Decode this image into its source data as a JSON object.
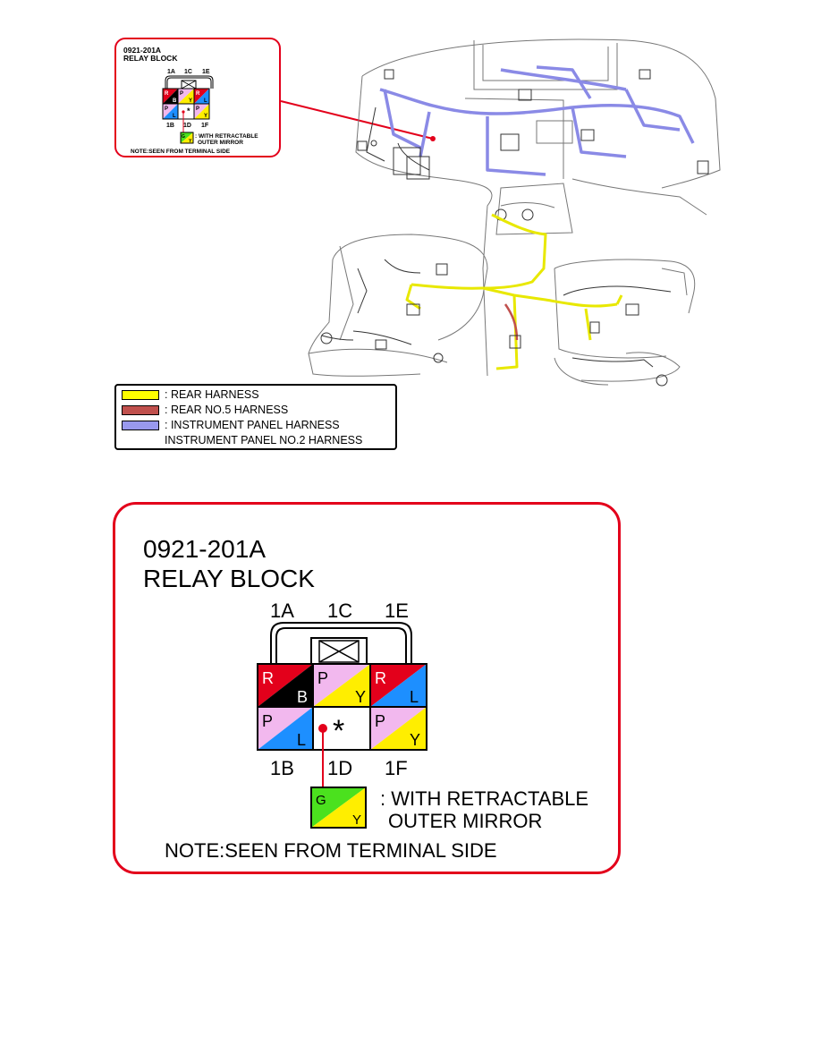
{
  "connector": {
    "code": "0921-201A",
    "name": "RELAY BLOCK",
    "top_pins": [
      "1A",
      "1C",
      "1E"
    ],
    "bottom_pins": [
      "1B",
      "1D",
      "1F"
    ],
    "cells": [
      {
        "pin": "1A",
        "colors": [
          "R",
          "B"
        ],
        "fill": [
          "#e3001b",
          "#000000"
        ]
      },
      {
        "pin": "1C",
        "colors": [
          "P",
          "Y"
        ],
        "fill": [
          "#f2b8ee",
          "#ffee00"
        ]
      },
      {
        "pin": "1E",
        "colors": [
          "R",
          "L"
        ],
        "fill": [
          "#e3001b",
          "#1d8fff"
        ]
      },
      {
        "pin": "1B",
        "colors": [
          "P",
          "L"
        ],
        "fill": [
          "#f2b8ee",
          "#1d8fff"
        ]
      },
      {
        "pin": "1D",
        "colors": [],
        "symbol": "*"
      },
      {
        "pin": "1F",
        "colors": [
          "P",
          "Y"
        ],
        "fill": [
          "#f2b8ee",
          "#ffee00"
        ]
      }
    ],
    "option_wire": {
      "colors": [
        "G",
        "Y"
      ],
      "fill": [
        "#4be11e",
        "#ffee00"
      ],
      "text": ": WITH RETRACTABLE",
      "text2": "OUTER MIRROR"
    },
    "note": "NOTE:SEEN FROM TERMINAL SIDE"
  },
  "legend": [
    {
      "label": ": REAR HARNESS",
      "color": "#ffff00"
    },
    {
      "label": ": REAR NO.5 HARNESS",
      "color": "#c0504d"
    },
    {
      "label": ": INSTRUMENT PANEL HARNESS",
      "color": "#9999ee"
    },
    {
      "label": "INSTRUMENT PANEL NO.2 HARNESS"
    }
  ],
  "colors": {
    "callout_border": "#e3001b",
    "leader_line": "#e3001b"
  }
}
